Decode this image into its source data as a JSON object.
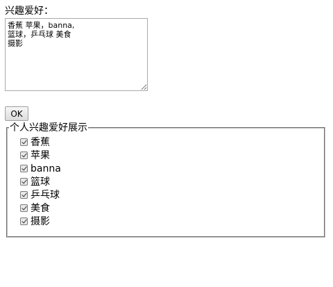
{
  "form": {
    "hobby_label": "兴趣爱好：",
    "textarea_value": "香蕉 苹果，banna,\n篮球，乒乓球 美食\n摄影",
    "ok_label": "OK"
  },
  "display": {
    "legend": "个人兴趣爱好展示",
    "items": [
      {
        "label": "香蕉",
        "checked": true
      },
      {
        "label": "苹果",
        "checked": true
      },
      {
        "label": "banna",
        "checked": true
      },
      {
        "label": "篮球",
        "checked": true
      },
      {
        "label": "乒乓球",
        "checked": true
      },
      {
        "label": "美食",
        "checked": true
      },
      {
        "label": "摄影",
        "checked": true
      }
    ]
  }
}
